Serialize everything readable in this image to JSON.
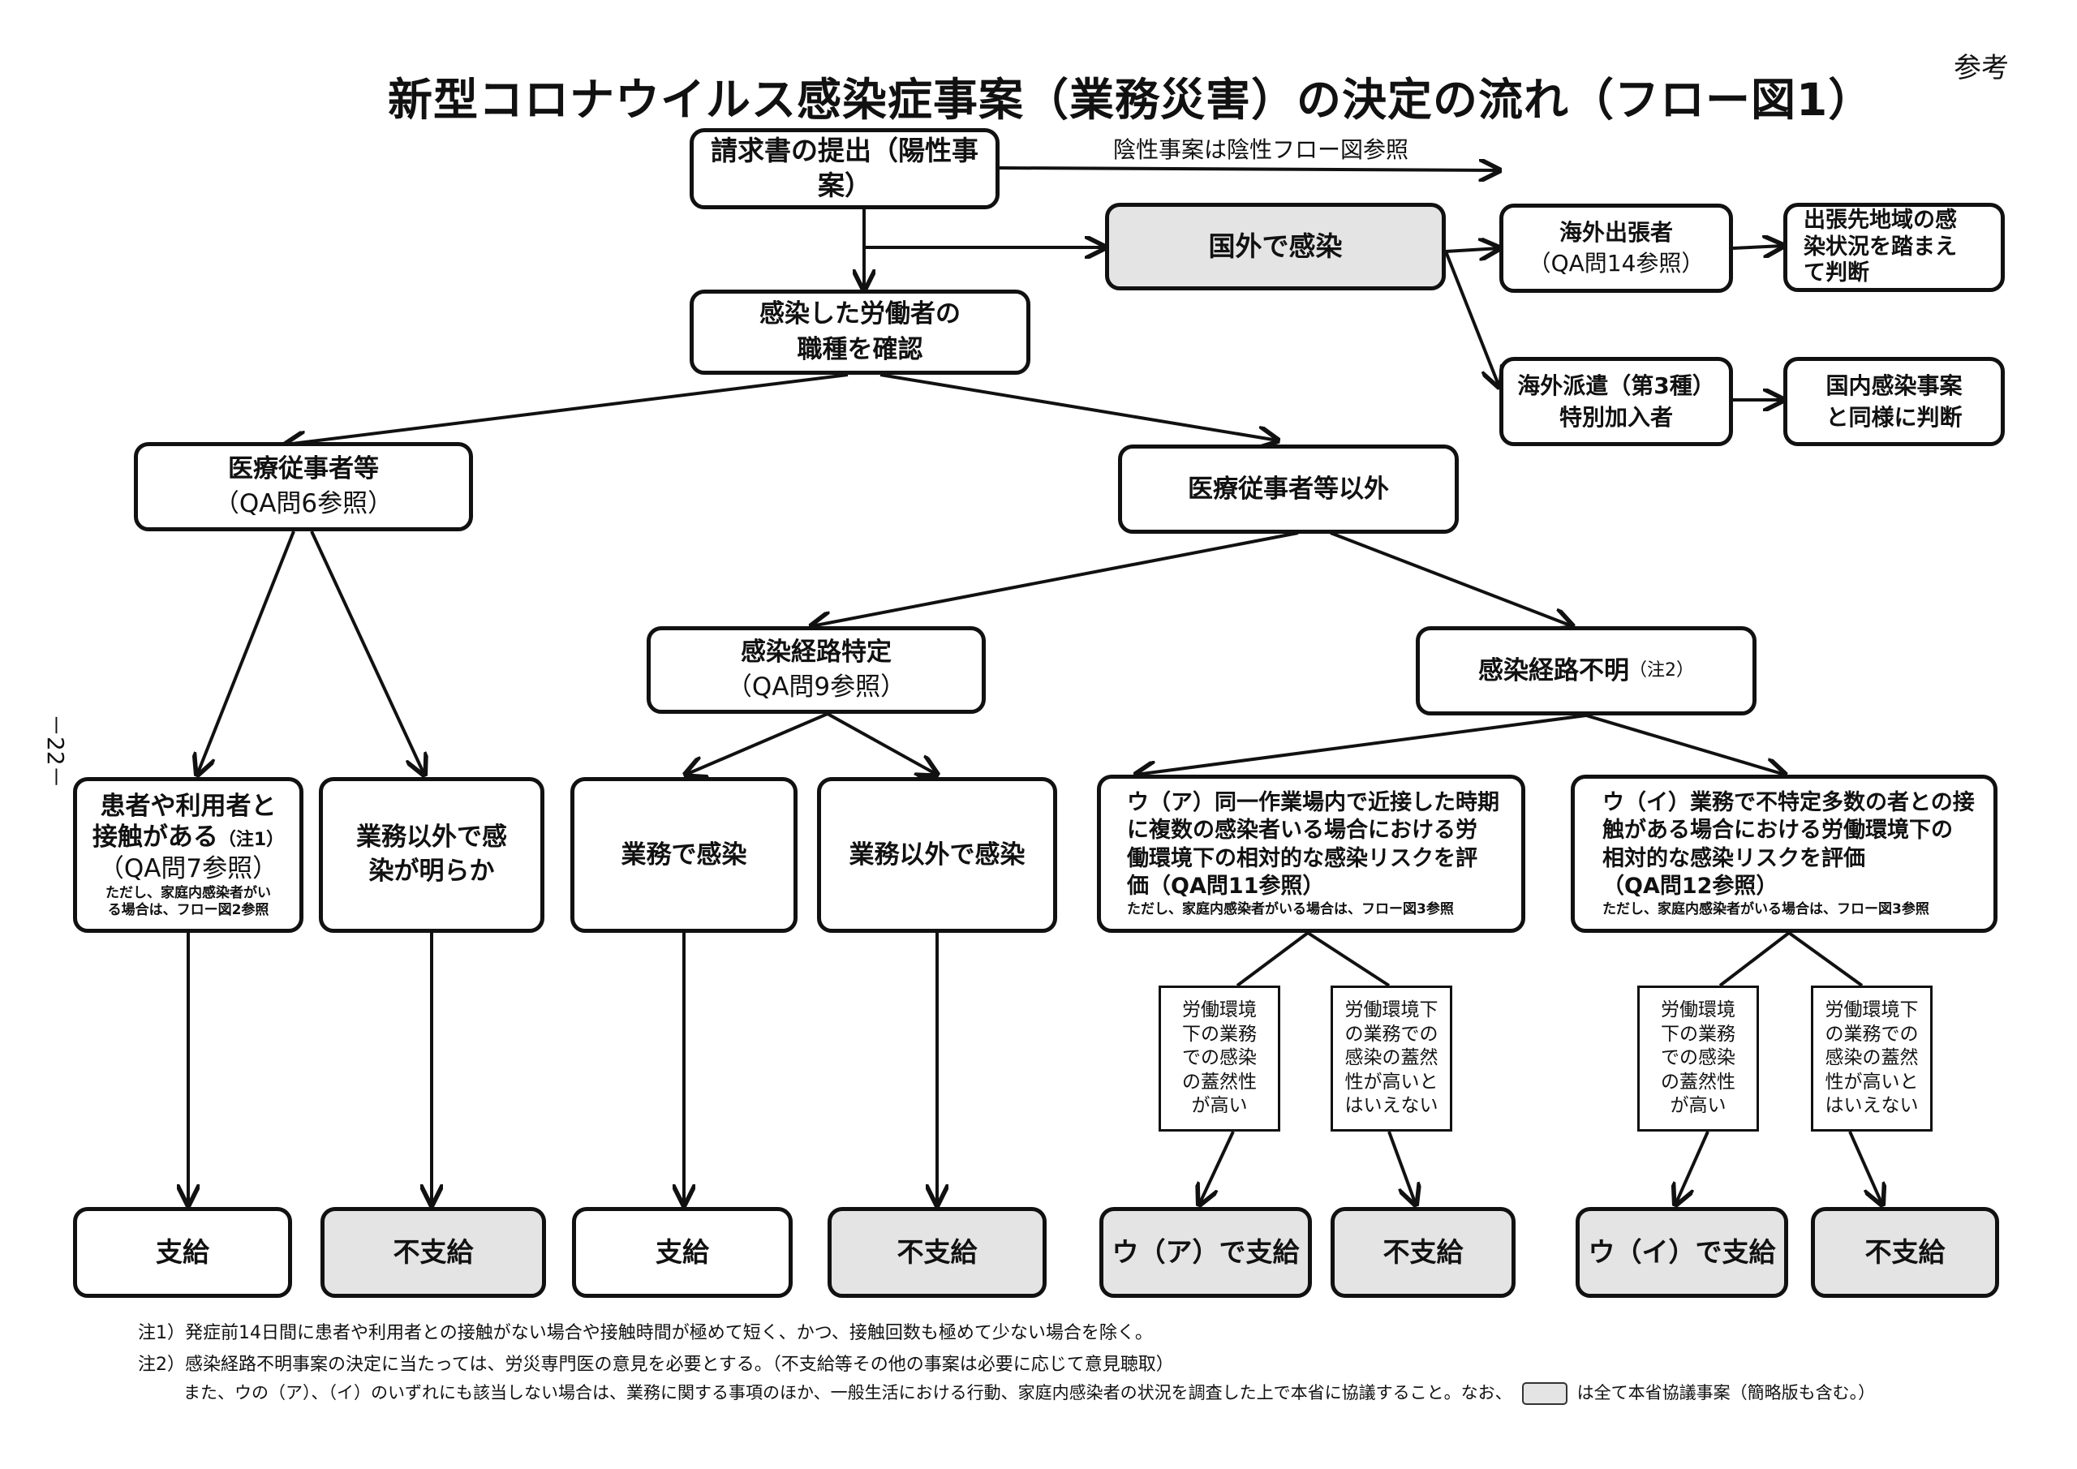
{
  "header": {
    "title": "新型コロナウイルス感染症事案（業務災害）の決定の流れ（フロー図1）",
    "reference_mark": "参考",
    "page_number": "－22－"
  },
  "nodes": {
    "claim": "請求書の提出（陽性事案）",
    "negative_note": "陰性事案は陰性フロー図参照",
    "abroad": "国外で感染",
    "business_trip": {
      "l1": "海外出張者",
      "l2": "（QA問14参照）"
    },
    "trip_result": {
      "l1": "出張先地域の感",
      "l2": "染状況を踏まえ",
      "l3": "て判断"
    },
    "dispatch": {
      "l1": "海外派遣（第3種）",
      "l2": "特別加入者"
    },
    "dispatch_result": {
      "l1": "国内感染事案",
      "l2": "と同様に判断"
    },
    "occupation": {
      "l1": "感染した労働者の",
      "l2": "職種を確認"
    },
    "medical": {
      "l1": "医療従事者等",
      "l2": "（QA問6参照）"
    },
    "non_medical": "医療従事者等以外",
    "route_known": {
      "l1": "感染経路特定",
      "l2": "（QA問9参照）"
    },
    "route_unknown": {
      "main": "感染経路不明",
      "note": "（注2）"
    },
    "contact": {
      "l1": "患者や利用者と",
      "l2a": "接触がある",
      "l2b": "（注1）",
      "l3": "（QA問7参照）",
      "n1": "ただし、家庭内感染者がい",
      "n2": "る場合は、フロー図2参照"
    },
    "non_work_medical": {
      "l1": "業務以外で感",
      "l2": "染が明らか"
    },
    "work_infection": "業務で感染",
    "non_work_infection": "業務以外で感染",
    "ua": {
      "l1": "ウ（ア）同一作業場内で近接した時期",
      "l2": "に複数の感染者いる場合における労",
      "l3": "働環境下の相対的な感染リスクを評",
      "l4": "価（QA問11参照）",
      "note": "ただし、家庭内感染者がいる場合は、フロー図3参照"
    },
    "ui": {
      "l1": "ウ（イ）業務で不特定多数の者との接",
      "l2": "触がある場合における労働環境下の",
      "l3": "相対的な感染リスクを評価",
      "l4": "（QA問12参照）",
      "note": "ただし、家庭内感染者がいる場合は、フロー図3参照"
    },
    "ua_high": [
      "労働環境",
      "下の業務",
      "での感染",
      "の蓋然性",
      "が高い"
    ],
    "ua_not_high": [
      "労働環境下",
      "の業務での",
      "感染の蓋然",
      "性が高いと",
      "はいえない"
    ],
    "ui_high": [
      "労働環境",
      "下の業務",
      "での感染",
      "の蓋然性",
      "が高い"
    ],
    "ui_not_high": [
      "労働環境下",
      "の業務での",
      "感染の蓋然",
      "性が高いと",
      "はいえない"
    ]
  },
  "results": {
    "pay1": "支給",
    "nopay1": "不支給",
    "pay2": "支給",
    "nopay2": "不支給",
    "pay_ua": "ウ（ア）で支給",
    "nopay_ua": "不支給",
    "pay_ui": "ウ（イ）で支給",
    "nopay_ui": "不支給"
  },
  "footnotes": {
    "n1": "注1）発症前14日間に患者や利用者との接触がない場合や接触時間が極めて短く、かつ、接触回数も極めて少ない場合を除く。",
    "n2": "注2）感染経路不明事案の決定に当たっては、労災専門医の意見を必要とする。（不支給等その他の事案は必要に応じて意見聴取）",
    "n3a": "また、ウの（ア）、（イ）のいずれにも該当しない場合は、業務に関する事項のほか、一般生活における行動、家庭内感染者の状況を調査した上で本省に協議すること。なお、",
    "n3b": "は全て本省協議事案（簡略版も含む。）"
  },
  "colors": {
    "gray_fill": "#e4e4e4",
    "line": "#111111"
  }
}
